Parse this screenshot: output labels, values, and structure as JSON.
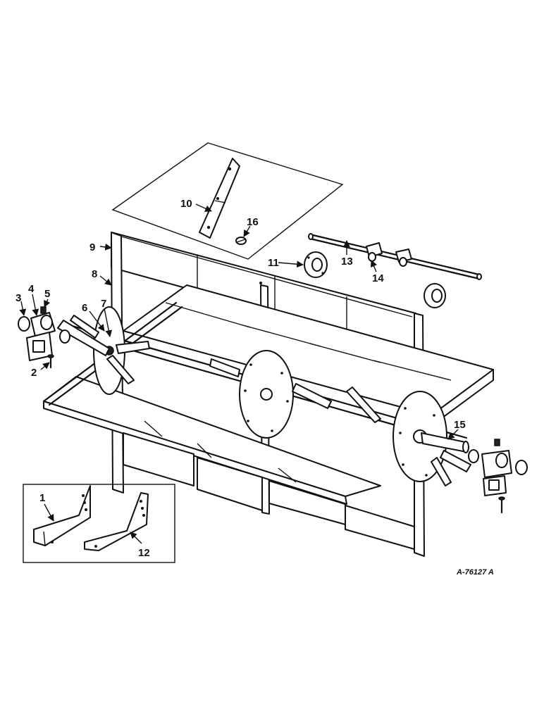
{
  "figure": {
    "reference": "A-76127 A",
    "callouts": [
      {
        "id": "c1",
        "label": "1"
      },
      {
        "id": "c2",
        "label": "2"
      },
      {
        "id": "c3",
        "label": "3"
      },
      {
        "id": "c4",
        "label": "4"
      },
      {
        "id": "c5",
        "label": "5"
      },
      {
        "id": "c6",
        "label": "6"
      },
      {
        "id": "c7",
        "label": "7"
      },
      {
        "id": "c8",
        "label": "8"
      },
      {
        "id": "c9",
        "label": "9"
      },
      {
        "id": "c10",
        "label": "10"
      },
      {
        "id": "c11",
        "label": "11"
      },
      {
        "id": "c12",
        "label": "12"
      },
      {
        "id": "c13",
        "label": "13"
      },
      {
        "id": "c14",
        "label": "14"
      },
      {
        "id": "c15",
        "label": "15"
      },
      {
        "id": "c16",
        "label": "16"
      }
    ]
  }
}
